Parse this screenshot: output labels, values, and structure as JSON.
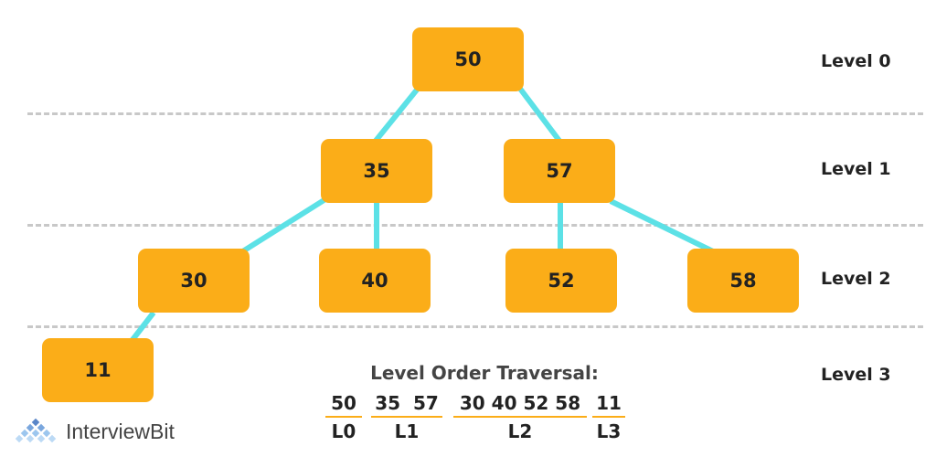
{
  "diagram": {
    "nodes": [
      {
        "id": "n50",
        "label": "50"
      },
      {
        "id": "n35",
        "label": "35"
      },
      {
        "id": "n57",
        "label": "57"
      },
      {
        "id": "n30",
        "label": "30"
      },
      {
        "id": "n40",
        "label": "40"
      },
      {
        "id": "n52",
        "label": "52"
      },
      {
        "id": "n58",
        "label": "58"
      },
      {
        "id": "n11",
        "label": "11"
      }
    ],
    "edges": [
      {
        "from": "50",
        "to": "35"
      },
      {
        "from": "50",
        "to": "57"
      },
      {
        "from": "35",
        "to": "30"
      },
      {
        "from": "35",
        "to": "40"
      },
      {
        "from": "57",
        "to": "52"
      },
      {
        "from": "57",
        "to": "58"
      },
      {
        "from": "30",
        "to": "11"
      }
    ],
    "levels": [
      "Level 0",
      "Level 1",
      "Level 2",
      "Level 3"
    ],
    "colors": {
      "node": "#fbad18",
      "edge": "#5ce1e6",
      "divider": "#c8c8c8"
    }
  },
  "traversal": {
    "title": "Level Order Traversal:",
    "groups": [
      {
        "values": "50",
        "label": "L0"
      },
      {
        "values": "35  57",
        "label": "L1"
      },
      {
        "values": "30 40 52 58",
        "label": "L2"
      },
      {
        "values": "11",
        "label": "L3"
      }
    ]
  },
  "brand": {
    "name": "InterviewBit",
    "icon": "interviewbit-logo-icon"
  }
}
